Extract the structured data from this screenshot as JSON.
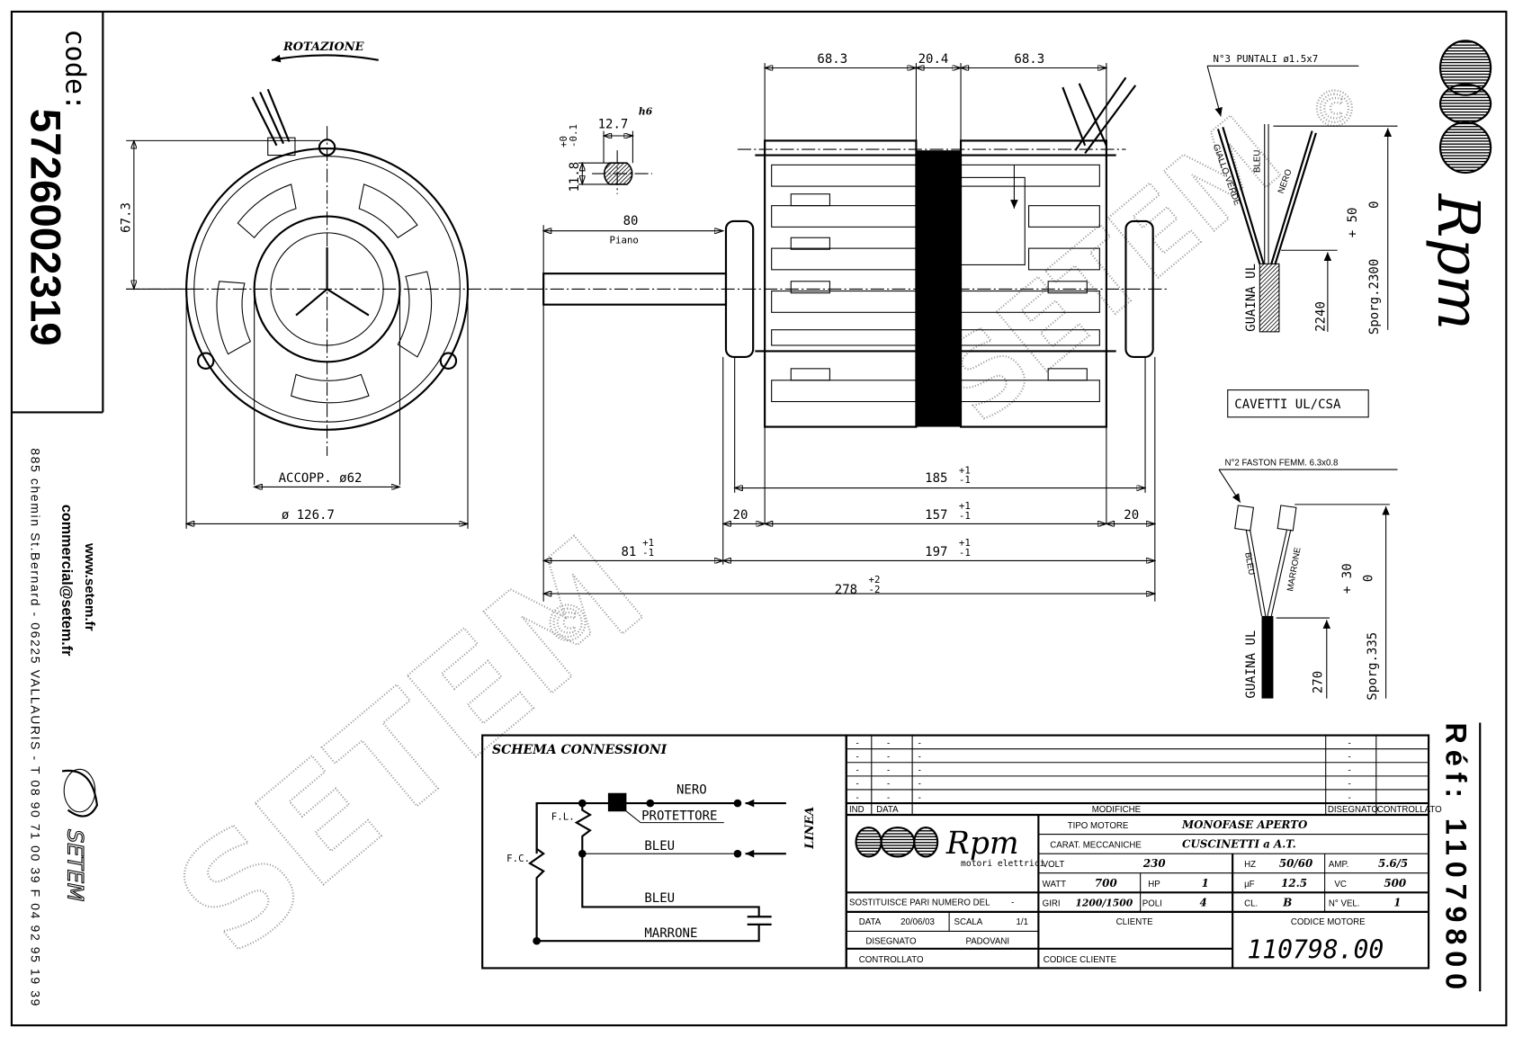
{
  "sidebar": {
    "code_label": "code:",
    "code_value": "5726002319",
    "website": "www.setem.fr",
    "email": "commercial@setem.fr",
    "address": "885 chemin St.Bernard - 06225 VALLAURIS - T 08 90 71 00 39  F 04 92 95 19 39",
    "logo_text": "SETEM"
  },
  "right": {
    "brand": "Rpm",
    "ref": "Réf: 11079800"
  },
  "watermark": {
    "text": "SETEM",
    "mark": "©"
  },
  "front_view": {
    "rotation_label": "ROTAZIONE",
    "dim_height": "67.3",
    "dim_coupling": "ACCOPP. ø62",
    "dim_diameter": "ø 126.7"
  },
  "shaft_section": {
    "width": "12.7",
    "tolerance_fit": "h6",
    "height": "11.8",
    "height_tol_upper": "+0",
    "height_tol_lower": "-0.1"
  },
  "side_view": {
    "dim_left": "68.3",
    "dim_center": "20.4",
    "dim_right": "68.3",
    "shaft_length": "80",
    "shaft_flat": "Piano",
    "dim_185": "185",
    "tol_185_up": "+1",
    "tol_185_lo": "-1",
    "dim_157": "157",
    "tol_157_up": "+1",
    "tol_157_lo": "-1",
    "dim_20_left": "20",
    "dim_20_right": "20",
    "dim_81": "81",
    "tol_81_up": "+1",
    "tol_81_lo": "-1",
    "dim_197": "197",
    "tol_197_up": "+1",
    "tol_197_lo": "-1",
    "dim_278": "278",
    "tol_278_up": "+2",
    "tol_278_lo": "-2"
  },
  "cable_main": {
    "terminals": "N°3 PUNTALI ø1.5x7",
    "wires": [
      "GIALLO-VERDE",
      "BLEU",
      "NERO"
    ],
    "sheath": "GUAINA UL",
    "sheath_length": "2240",
    "length": "Sporg.2300",
    "tol_up": "+ 50",
    "tol_lo": "0",
    "note": "CAVETTI UL/CSA"
  },
  "cable_cap": {
    "terminals": "N°2 FASTON FEMM. 6.3x0.8",
    "wires": [
      "BLEU",
      "MARRONE"
    ],
    "sheath": "GUAINA UL",
    "sheath_length": "270",
    "length": "Sporg.335",
    "tol_up": "+ 30",
    "tol_lo": "0"
  },
  "schema": {
    "title": "SCHEMA CONNESSIONI",
    "labels": {
      "nero": "NERO",
      "protettore": "PROTETTORE",
      "bleu1": "BLEU",
      "bleu2": "BLEU",
      "marrone": "MARRONE",
      "fl": "F.L.",
      "fc": "F.C.",
      "linea": "LINEA"
    }
  },
  "title_block": {
    "revisions": [
      {
        "ind": "-",
        "data": "-",
        "modifiche": "-",
        "disegnato": "-",
        "controllato": ""
      },
      {
        "ind": "-",
        "data": "-",
        "modifiche": "-",
        "disegnato": "-",
        "controllato": ""
      },
      {
        "ind": "-",
        "data": "-",
        "modifiche": "-",
        "disegnato": "-",
        "controllato": ""
      },
      {
        "ind": "-",
        "data": "-",
        "modifiche": "-",
        "disegnato": "-",
        "controllato": ""
      },
      {
        "ind": "-",
        "data": "-",
        "modifiche": "-",
        "disegnato": "-",
        "controllato": ""
      }
    ],
    "headers": {
      "ind": "IND",
      "data": "DATA",
      "modifiche": "MODIFICHE",
      "disegnato": "DISEGNATO",
      "controllato": "CONTROLLATO"
    },
    "logo_brand": "Rpm",
    "logo_sub": "motori elettrici",
    "tipo_motore_label": "TIPO MOTORE",
    "tipo_motore": "MONOFASE APERTO",
    "carat_label": "CARAT. MECCANICHE",
    "carat": "CUSCINETTI a A.T.",
    "volt_label": "VOLT",
    "volt": "230",
    "hz_label": "HZ",
    "hz": "50/60",
    "amp_label": "AMP.",
    "amp": "5.6/5",
    "watt_label": "WATT",
    "watt": "700",
    "hp_label": "HP",
    "hp": "1",
    "uf_label": "µF",
    "uf": "12.5",
    "vc_label": "VC",
    "vc": "500",
    "giri_label": "GIRI",
    "giri": "1200/1500",
    "poli_label": "POLI",
    "poli": "4",
    "cl_label": "CL.",
    "cl": "B",
    "vel_label": "N° VEL.",
    "vel": "1",
    "sostituisce_label": "SOSTITUISCE PARI NUMERO DEL",
    "sostituisce": "-",
    "data_label": "DATA",
    "data": "20/06/03",
    "scala_label": "SCALA",
    "scala": "1/1",
    "disegnato_label": "DISEGNATO",
    "disegnato": "PADOVANI",
    "controllato_label": "CONTROLLATO",
    "cliente_label": "CLIENTE",
    "codice_cliente_label": "CODICE CLIENTE",
    "codice_motore_label": "CODICE MOTORE",
    "codice_motore": "110798.00"
  }
}
